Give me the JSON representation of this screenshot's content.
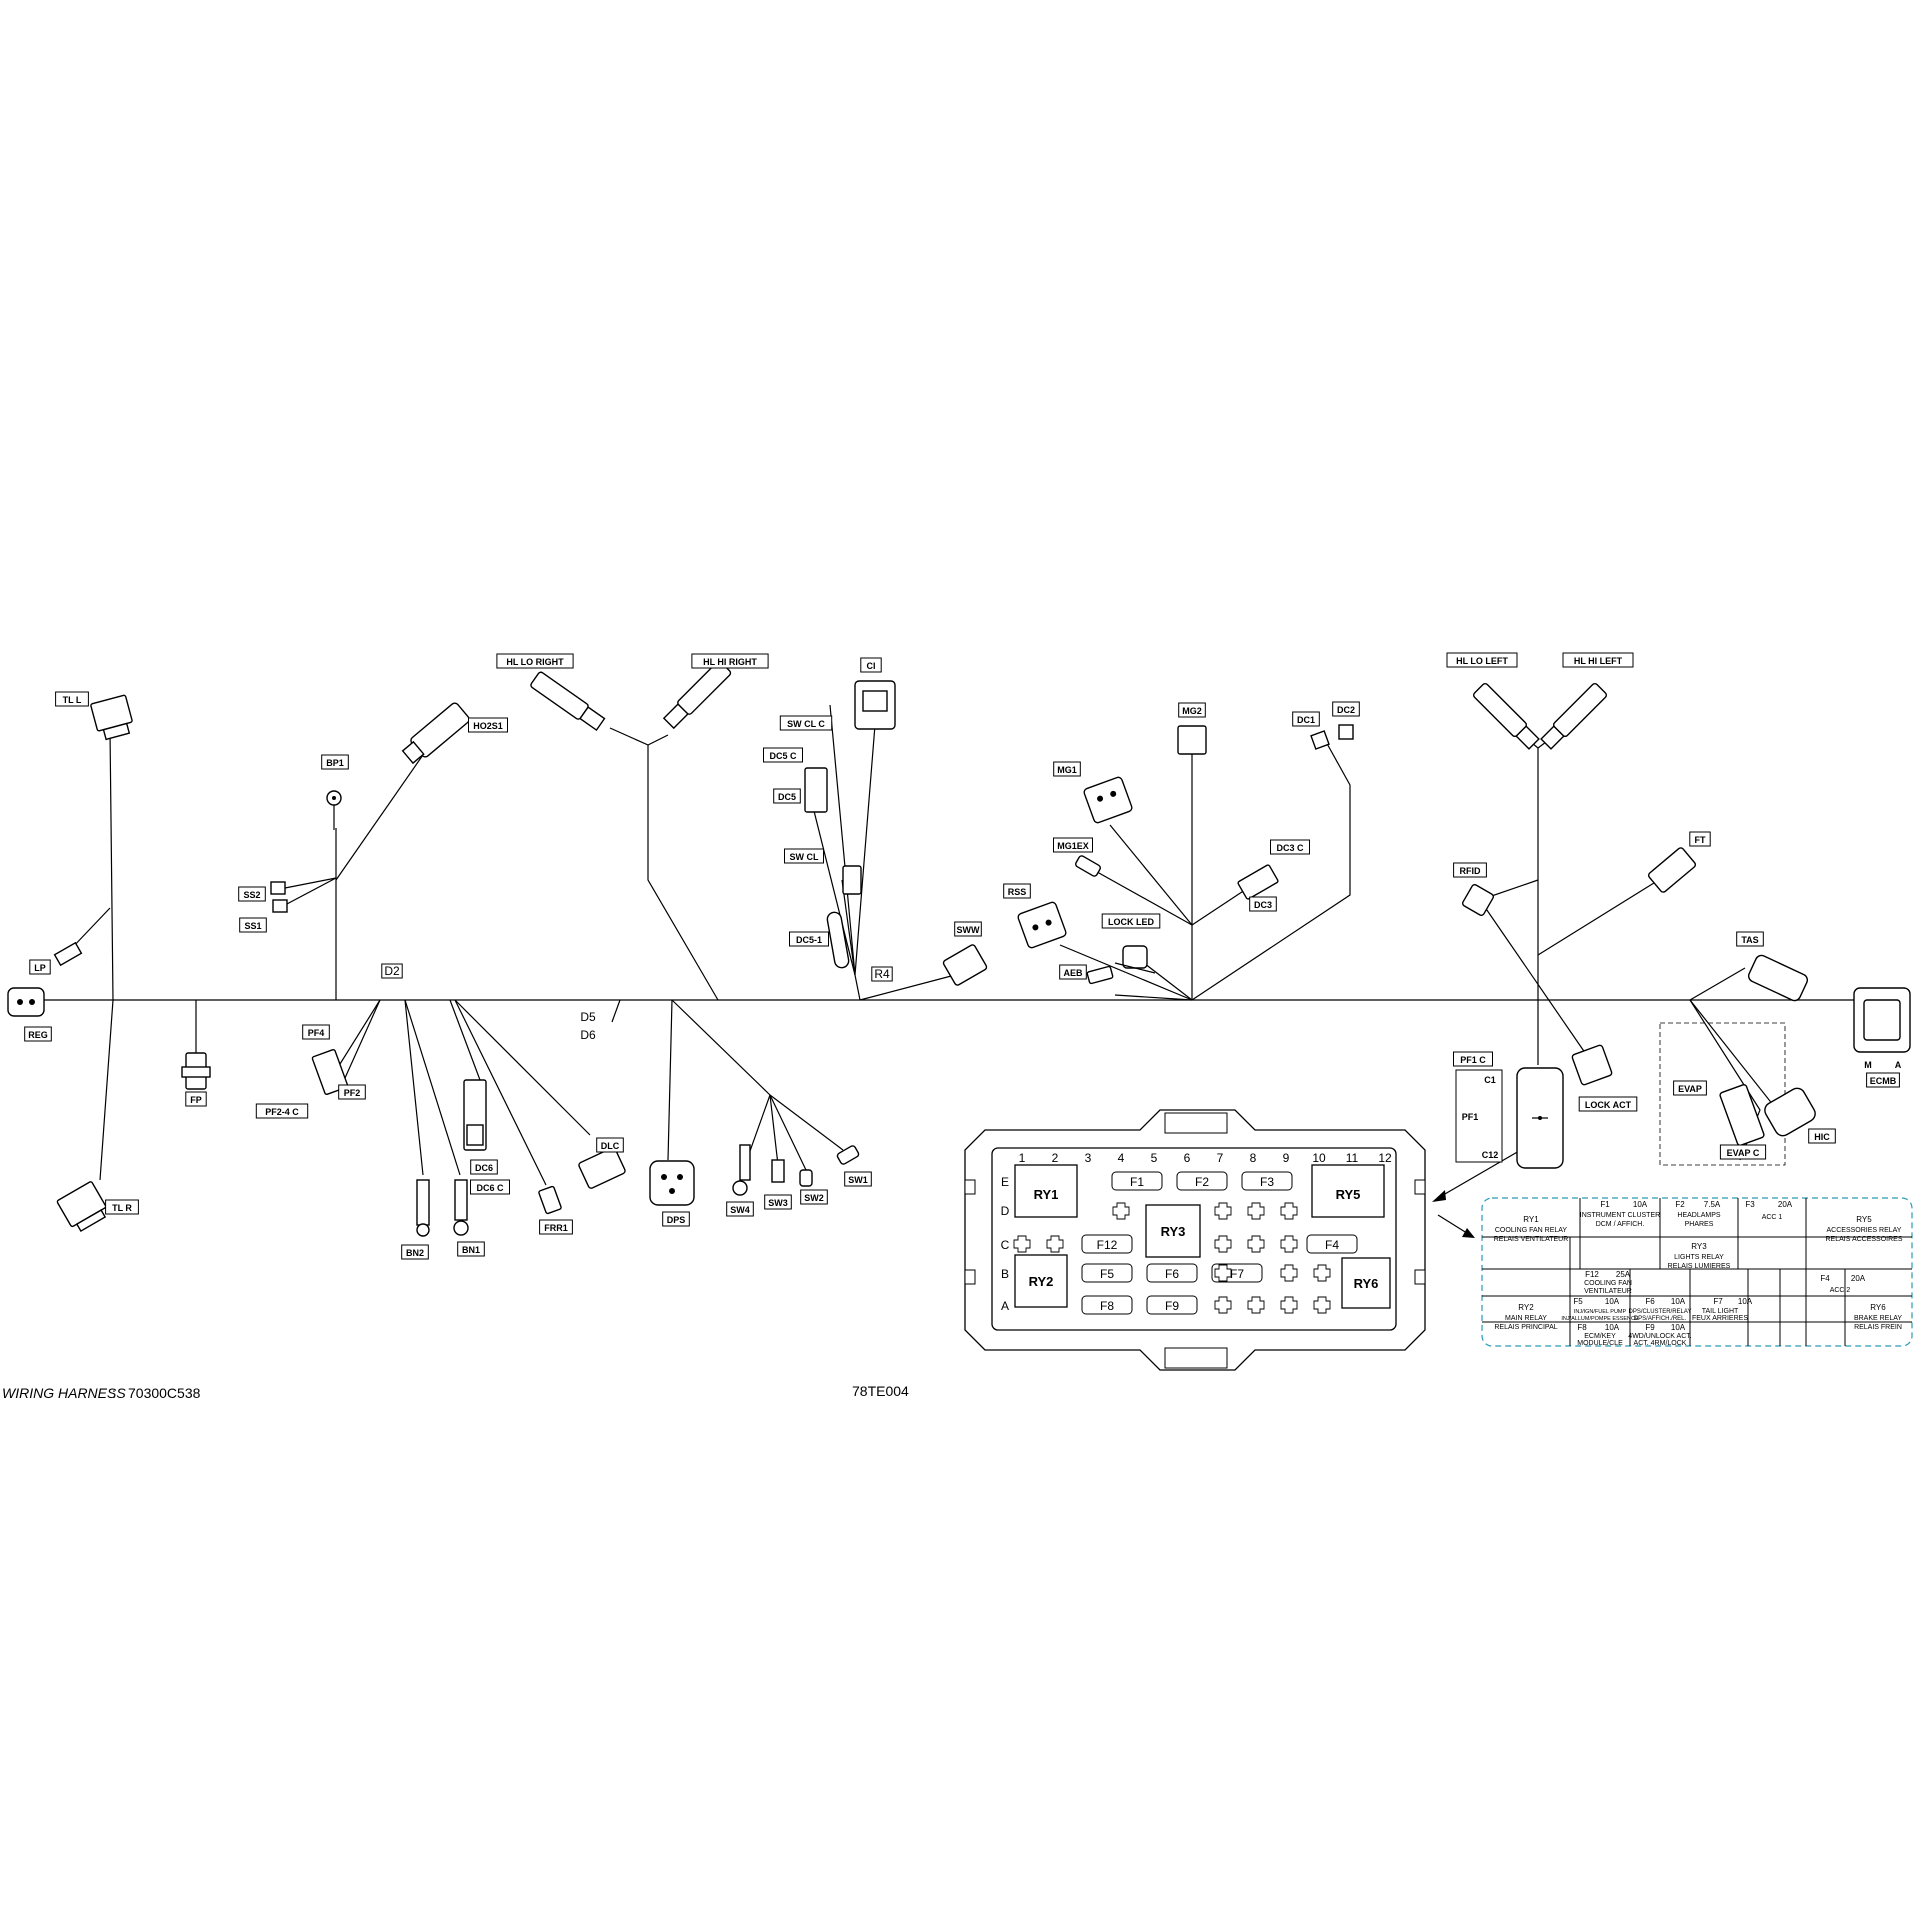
{
  "footer": {
    "harness_label": "WIRING HARNESS",
    "separator": ":",
    "part_number": "70300C538",
    "drawing_code": "78TE004"
  },
  "connectors": [
    {
      "id": "tl_l",
      "label": "TL L"
    },
    {
      "id": "lp",
      "label": "LP"
    },
    {
      "id": "reg",
      "label": "REG"
    },
    {
      "id": "tl_r",
      "label": "TL R"
    },
    {
      "id": "fp",
      "label": "FP"
    },
    {
      "id": "bp1",
      "label": "BP1"
    },
    {
      "id": "ss2",
      "label": "SS2"
    },
    {
      "id": "ss1",
      "label": "SS1"
    },
    {
      "id": "ho2s1",
      "label": "HO2S1"
    },
    {
      "id": "d2",
      "label": "D2"
    },
    {
      "id": "pf4",
      "label": "PF4"
    },
    {
      "id": "pf2",
      "label": "PF2"
    },
    {
      "id": "pf2_4_c",
      "label": "PF2-4 C"
    },
    {
      "id": "bn2",
      "label": "BN2"
    },
    {
      "id": "bn1",
      "label": "BN1"
    },
    {
      "id": "dc6",
      "label": "DC6"
    },
    {
      "id": "dc6_c",
      "label": "DC6 C"
    },
    {
      "id": "frr1",
      "label": "FRR1"
    },
    {
      "id": "dlc",
      "label": "DLC"
    },
    {
      "id": "d5",
      "label": "D5"
    },
    {
      "id": "d6",
      "label": "D6"
    },
    {
      "id": "dps",
      "label": "DPS"
    },
    {
      "id": "sw4",
      "label": "SW4"
    },
    {
      "id": "sw3",
      "label": "SW3"
    },
    {
      "id": "sw2",
      "label": "SW2"
    },
    {
      "id": "sw1",
      "label": "SW1"
    },
    {
      "id": "hl_lo_right",
      "label": "HL LO RIGHT"
    },
    {
      "id": "hl_hi_right",
      "label": "HL HI RIGHT"
    },
    {
      "id": "ci",
      "label": "CI"
    },
    {
      "id": "sw_cl_c",
      "label": "SW CL C"
    },
    {
      "id": "dc5_c",
      "label": "DC5 C"
    },
    {
      "id": "dc5",
      "label": "DC5"
    },
    {
      "id": "sw_cl",
      "label": "SW CL"
    },
    {
      "id": "dc5_1",
      "label": "DC5-1"
    },
    {
      "id": "r4",
      "label": "R4"
    },
    {
      "id": "sww",
      "label": "SWW"
    },
    {
      "id": "mg2",
      "label": "MG2"
    },
    {
      "id": "mg1",
      "label": "MG1"
    },
    {
      "id": "mg1ex",
      "label": "MG1EX"
    },
    {
      "id": "rss",
      "label": "RSS"
    },
    {
      "id": "lock_led",
      "label": "LOCK LED"
    },
    {
      "id": "aeb",
      "label": "AEB"
    },
    {
      "id": "dc1",
      "label": "DC1"
    },
    {
      "id": "dc2",
      "label": "DC2"
    },
    {
      "id": "dc3_c",
      "label": "DC3 C"
    },
    {
      "id": "dc3",
      "label": "DC3"
    },
    {
      "id": "hl_lo_left",
      "label": "HL LO LEFT"
    },
    {
      "id": "hl_hi_left",
      "label": "HL HI LEFT"
    },
    {
      "id": "rfid",
      "label": "RFID"
    },
    {
      "id": "ft",
      "label": "FT"
    },
    {
      "id": "tas",
      "label": "TAS"
    },
    {
      "id": "pf1_c",
      "label": "PF1 C"
    },
    {
      "id": "lock_act",
      "label": "LOCK ACT"
    },
    {
      "id": "evap",
      "label": "EVAP"
    },
    {
      "id": "evap_c",
      "label": "EVAP C"
    },
    {
      "id": "hic",
      "label": "HIC"
    },
    {
      "id": "ecmb",
      "label": "ECMB"
    }
  ],
  "pf1_block": {
    "title": "PF1 C",
    "c1": "C1",
    "c12": "C12",
    "name": "PF1"
  },
  "ecm_pins": {
    "m": "M",
    "a": "A"
  },
  "fuse_box": {
    "columns": [
      "1",
      "2",
      "3",
      "4",
      "5",
      "6",
      "7",
      "8",
      "9",
      "10",
      "11",
      "12"
    ],
    "rows": [
      "E",
      "D",
      "C",
      "B",
      "A"
    ],
    "relays": [
      "RY1",
      "RY5",
      "RY3",
      "RY2",
      "RY6"
    ],
    "fuses": [
      "F1",
      "F2",
      "F3",
      "F12",
      "F4",
      "F5",
      "F6",
      "F7",
      "F8",
      "F9"
    ]
  },
  "legend": {
    "ry1": {
      "name": "RY1",
      "en": "COOLING FAN RELAY",
      "fr": "RELAIS VENTILATEUR"
    },
    "f1": {
      "name": "F1",
      "amp": "10A",
      "en": "INSTRUMENT CLUSTER",
      "fr": "DCM / AFFICH."
    },
    "f2": {
      "name": "F2",
      "amp": "7.5A",
      "en": "HEADLAMPS",
      "fr": "PHARES"
    },
    "f3": {
      "name": "F3",
      "amp": "20A",
      "en": "ACC 1"
    },
    "ry5": {
      "name": "RY5",
      "en": "ACCESSORIES RELAY",
      "fr": "RELAIS ACCESSOIRES"
    },
    "ry3": {
      "name": "RY3",
      "en": "LIGHTS RELAY",
      "fr": "RELAIS LUMIERES"
    },
    "f12": {
      "name": "F12",
      "amp": "25A",
      "en": "COOLING FAN",
      "fr": "VENTILATEUR"
    },
    "f4": {
      "name": "F4",
      "amp": "20A",
      "en": "ACC 2"
    },
    "ry2": {
      "name": "RY2",
      "en": "MAIN RELAY",
      "fr": "RELAIS PRINCIPAL"
    },
    "f5": {
      "name": "F5",
      "amp": "10A",
      "en": "INJ/IGN/FUEL PUMP",
      "fr": "INJ/ALLUM/POMPE ESSENCE"
    },
    "f6": {
      "name": "F6",
      "amp": "10A",
      "en": "DPS/CLUSTER/RELAY",
      "fr": "DPS/AFFICH./REL."
    },
    "f7": {
      "name": "F7",
      "amp": "10A",
      "en": "TAIL LIGHT",
      "fr": "FEUX ARRIERES"
    },
    "ry6": {
      "name": "RY6",
      "en": "BRAKE RELAY",
      "fr": "RELAIS FREIN"
    },
    "f8": {
      "name": "F8",
      "amp": "10A",
      "en": "ECM/KEY",
      "fr": "MODULE/CLE"
    },
    "f9": {
      "name": "F9",
      "amp": "10A",
      "en": "4WD/UNLOCK ACT.",
      "fr": "ACT. 4RM/LOCK"
    }
  }
}
